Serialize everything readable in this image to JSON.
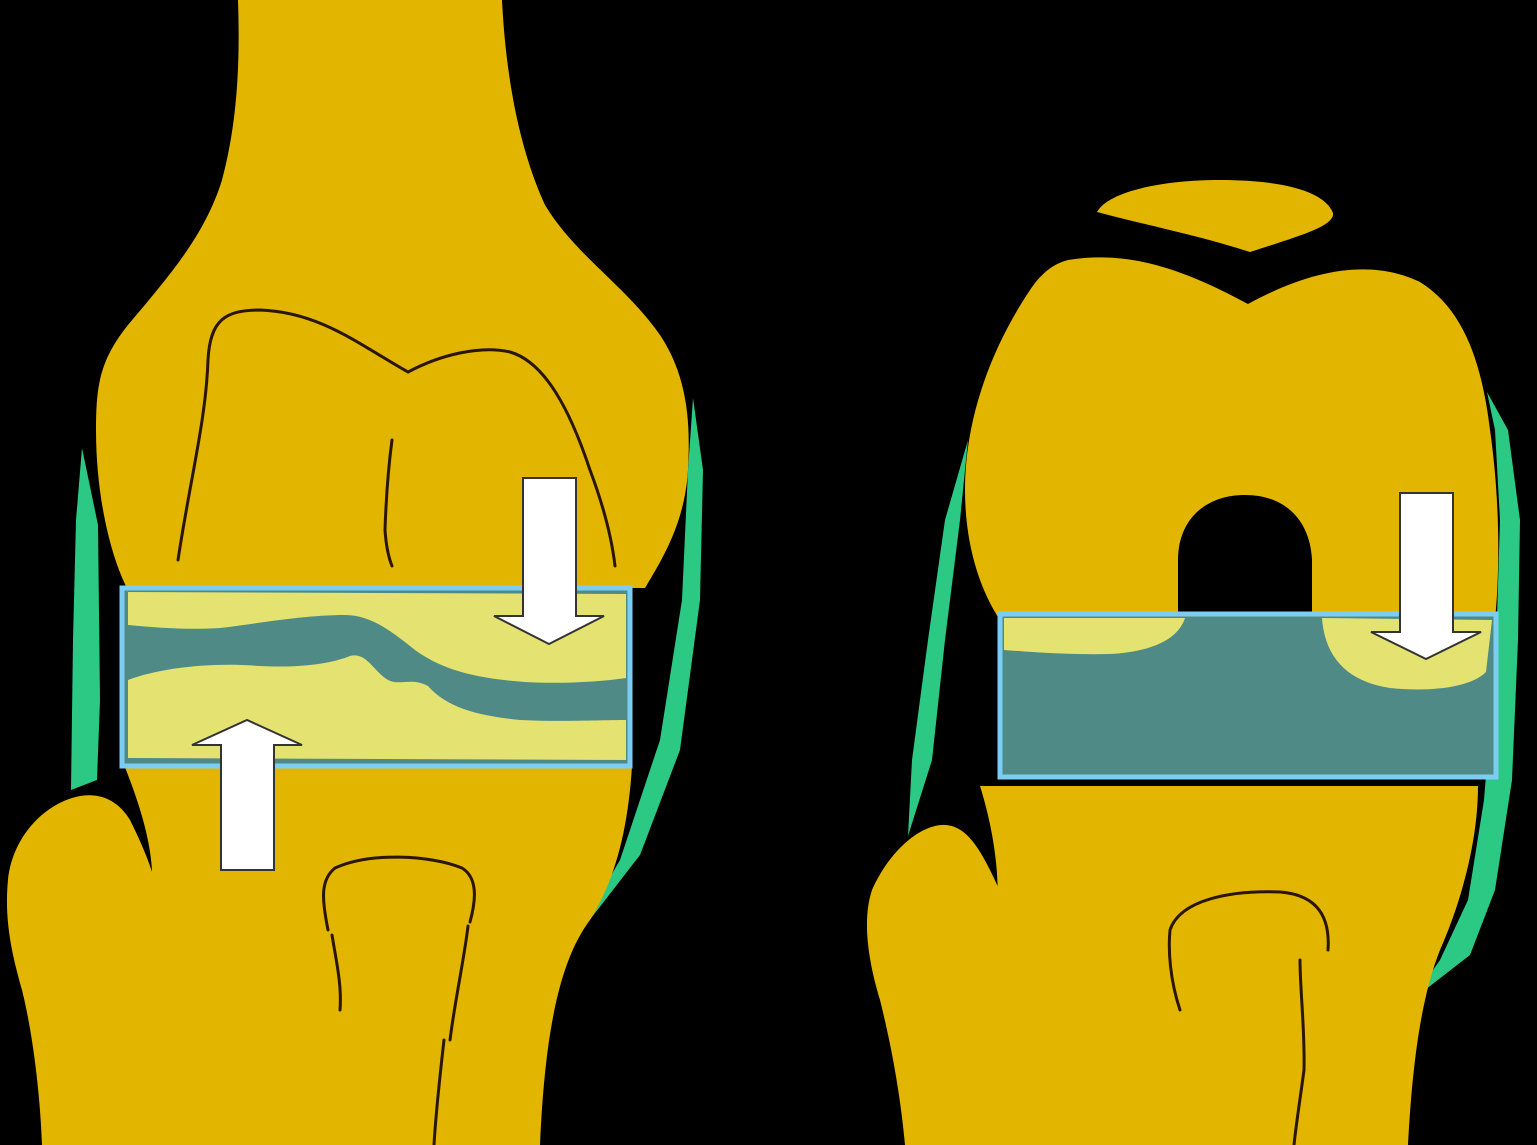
{
  "colors": {
    "background": "#000000",
    "bone": "#E2B600",
    "bone_outline": "#2A1600",
    "ligament": "#2BC984",
    "cartilage": "#E4E270",
    "zone_fill": "#4F8A86",
    "zone_border": "#7CCDF4",
    "arrow": "#FFFFFF",
    "arrow_outline": "#333333"
  },
  "panels": [
    {
      "id": "left-knee",
      "view": "frontal",
      "arrows": [
        "down-arrow-icon",
        "up-arrow-icon"
      ]
    },
    {
      "id": "right-knee",
      "view": "frontal-intercondylar",
      "arrows": [
        "down-arrow-icon"
      ]
    }
  ]
}
